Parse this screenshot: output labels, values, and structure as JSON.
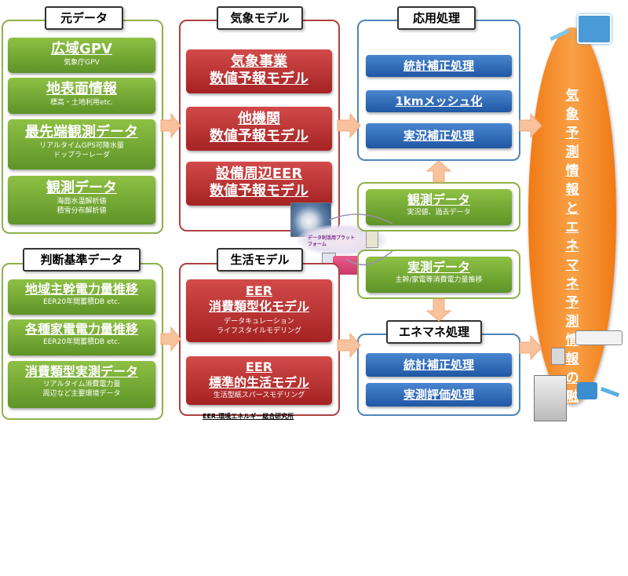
{
  "source": {
    "title": "元データ",
    "items": [
      {
        "main": "広域GPV",
        "subs": [
          "気象庁GPV"
        ]
      },
      {
        "main": "地表面情報",
        "subs": [
          "標高・土地利用etc."
        ]
      },
      {
        "main": "最先端観測データ",
        "subs": [
          "リアルタイムGPS可降水量",
          "ドップラーレーダ"
        ]
      },
      {
        "main": "観測データ",
        "subs": [
          "海面水温解析値",
          "積雪分布解析値"
        ]
      }
    ]
  },
  "criteria": {
    "title": "判断基準データ",
    "items": [
      {
        "main": "地域主幹電力量推移",
        "subs": [
          "EER20年間蓄積DB etc."
        ]
      },
      {
        "main": "各種家電電力量推移",
        "subs": [
          "EER20年間蓄積DB etc."
        ]
      },
      {
        "main": "消費類型実測データ",
        "subs": [
          "リアルタイム消費電力量",
          "周辺など主要環境データ"
        ]
      }
    ]
  },
  "weather_model": {
    "title": "気象モデル",
    "items": [
      {
        "lines": [
          "気象事業",
          "数値予報モデル"
        ]
      },
      {
        "lines": [
          "他機関",
          "数値予報モデル"
        ]
      },
      {
        "lines": [
          "設備周辺EER",
          "数値予報モデル"
        ]
      }
    ]
  },
  "life_model": {
    "title": "生活モデル",
    "items": [
      {
        "lines": [
          "EER",
          "消費類型化モデル"
        ],
        "subs": [
          "データキュレーション",
          "ライフスタイルモデリング"
        ]
      },
      {
        "lines": [
          "EER",
          "標準的生活モデル"
        ],
        "subs": [
          "生活型紙スパースモデリング"
        ]
      }
    ],
    "footnote": "EER:環境エネルギー総合研究所"
  },
  "application": {
    "title": "応用処理",
    "items": [
      "統計補正処理",
      "1kmメッシュ化",
      "実況補正処理"
    ]
  },
  "observation": {
    "main": "観測データ",
    "sub": "実況値、過去データ"
  },
  "measurement": {
    "main": "実測データ",
    "sub": "主幹/家電等消費電力量推移"
  },
  "enemane": {
    "title": "エネマネ処理",
    "items": [
      "統計補正処理",
      "実測評価処理"
    ]
  },
  "result": {
    "text": "気象予測情報とエネマネ予測情報の融合による一体的支援"
  },
  "platform_label": "データ利活用プラットフォーム",
  "colors": {
    "green": "#6aa232",
    "red": "#b52b2b",
    "blue": "#2a66b4",
    "orange": "#f28a2a",
    "arrow": "#f7c29c"
  }
}
